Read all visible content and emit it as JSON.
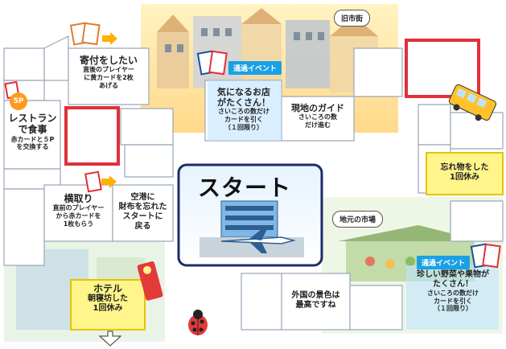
{
  "colors": {
    "tile_border": "#9aa7b8",
    "tile_fill": "#ffffff",
    "yellow_tile": "#fff58a",
    "yellow_border": "#e3c400",
    "red_tile_border": "#e0303a",
    "event_blue": "#1aa0e6",
    "start_fill": "#bfe3ff",
    "card_badge": "#ff9a1f"
  },
  "regions": {
    "old_town": "旧市街",
    "local_market": "地元の市場"
  },
  "start": {
    "label": "スタート"
  },
  "events": {
    "top_banner": "通過イベント",
    "bottom_banner": "通過イベント"
  },
  "badge": "5P",
  "tiles": {
    "donate": {
      "title": "寄付をしたい",
      "lines": [
        "直後のプレイヤー",
        "に黄カードを2枚",
        "あげる"
      ]
    },
    "restaurant": {
      "title_lines": [
        "レストラン",
        "で食事"
      ],
      "lines": [
        "赤カードと５P",
        "を交換する"
      ]
    },
    "shops": {
      "title_lines": [
        "気になるお店",
        "がたくさん！"
      ],
      "lines": [
        "さいころの数だけ",
        "カードを引く",
        "（１回限り）"
      ]
    },
    "guide": {
      "title": "現地のガイド",
      "lines": [
        "さいころの数",
        "だけ進む"
      ]
    },
    "steal": {
      "title": "横取り",
      "lines": [
        "直前のプレイヤー",
        "から赤カードを",
        "1枚もらう"
      ]
    },
    "airport": {
      "title_lines": [
        "空港に",
        "財布を忘れた",
        "スタートに",
        "戻る"
      ]
    },
    "forgot": {
      "title_lines": [
        "忘れ物をした",
        "1回休み"
      ]
    },
    "hotel": {
      "title": "ホテル",
      "lines": [
        "朝寝坊した",
        "1回休み"
      ]
    },
    "scenery": {
      "title_lines": [
        "外国の景色は",
        "最高ですね"
      ]
    },
    "veggies": {
      "title_lines": [
        "珍しい野菜や果物が",
        "たくさん！"
      ],
      "lines": [
        "さいころの数だけ",
        "カードを引く",
        "（１回限り）"
      ]
    }
  },
  "icons": [
    "card-stack-icon",
    "arrow-right-icon",
    "bus-icon",
    "airplane-icon",
    "ladybug-icon",
    "door-hanger-icon",
    "down-arrow-icon"
  ]
}
